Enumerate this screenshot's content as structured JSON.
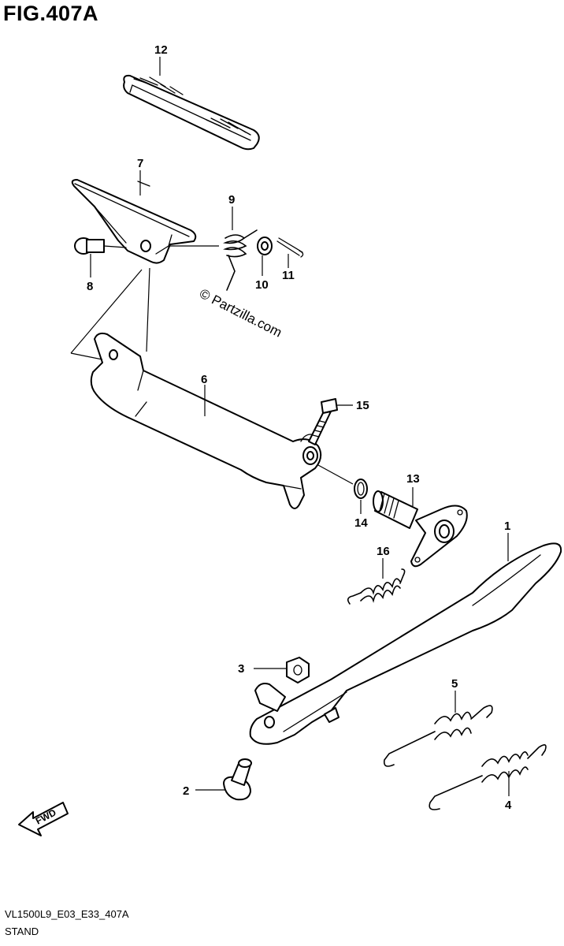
{
  "figure": {
    "title": "FIG.407A",
    "model_code": "VL1500L9_E03_E33_407A",
    "caption": "STAND",
    "watermark": "© Partzilla.com",
    "direction_label": "FWD"
  },
  "callouts": [
    {
      "id": "1",
      "label": "1",
      "part": "side-stand"
    },
    {
      "id": "2",
      "label": "2",
      "part": "stand-bolt"
    },
    {
      "id": "3",
      "label": "3",
      "part": "stand-nut"
    },
    {
      "id": "4",
      "label": "4",
      "part": "stand-spring-outer"
    },
    {
      "id": "5",
      "label": "5",
      "part": "stand-spring-inner"
    },
    {
      "id": "6",
      "label": "6",
      "part": "footrest-bracket"
    },
    {
      "id": "7",
      "label": "7",
      "part": "footrest-bracket-cover"
    },
    {
      "id": "8",
      "label": "8",
      "part": "pivot-pin"
    },
    {
      "id": "9",
      "label": "9",
      "part": "torsion-spring"
    },
    {
      "id": "10",
      "label": "10",
      "part": "washer"
    },
    {
      "id": "11",
      "label": "11",
      "part": "cotter-pin"
    },
    {
      "id": "12",
      "label": "12",
      "part": "footrest-rubber"
    },
    {
      "id": "13",
      "label": "13",
      "part": "stand-shaft"
    },
    {
      "id": "14",
      "label": "14",
      "part": "circlip"
    },
    {
      "id": "15",
      "label": "15",
      "part": "bracket-bolt"
    },
    {
      "id": "16",
      "label": "16",
      "part": "return-spring"
    }
  ]
}
